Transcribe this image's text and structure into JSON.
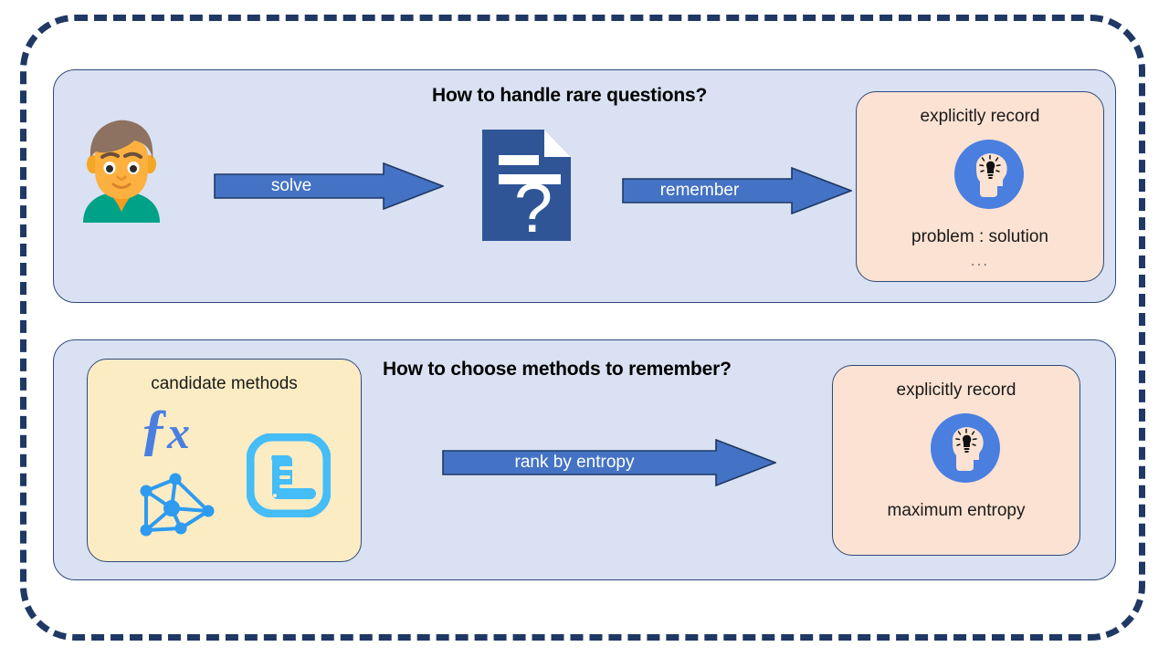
{
  "frame": {
    "border_color": "#1F3864"
  },
  "palette": {
    "panel_fill": "#D9E1F2",
    "panel_border": "#2F4A7C",
    "card_peach": "#FBE2D2",
    "card_yellow": "#FCECC4",
    "arrow_fill": "#4472C4",
    "arrow_border": "#1F3864",
    "icon_blue": "#4A7FE0",
    "icon_cyan": "#45BDF7",
    "doc_blue": "#2F5597"
  },
  "panels": [
    {
      "id": "handle-rare-questions",
      "title": "How to handle rare questions?",
      "source_icon": "person-avatar-icon",
      "arrow_label": "solve",
      "middle_icon": "document-question-icon",
      "arrow2_label": "remember",
      "card": {
        "heading": "explicitly record",
        "icon": "head-idea-icon",
        "body": "problem : solution",
        "body_sub": "..."
      }
    },
    {
      "id": "choose-methods-to-remember",
      "title": "How to choose methods to remember?",
      "methods_card": {
        "heading": "candidate methods",
        "icons": [
          "fx-function-icon",
          "graph-network-icon",
          "ruler-measure-icon"
        ]
      },
      "arrow_label": "rank by entropy",
      "card": {
        "heading": "explicitly record",
        "icon": "head-idea-icon",
        "body": "maximum entropy"
      }
    }
  ]
}
